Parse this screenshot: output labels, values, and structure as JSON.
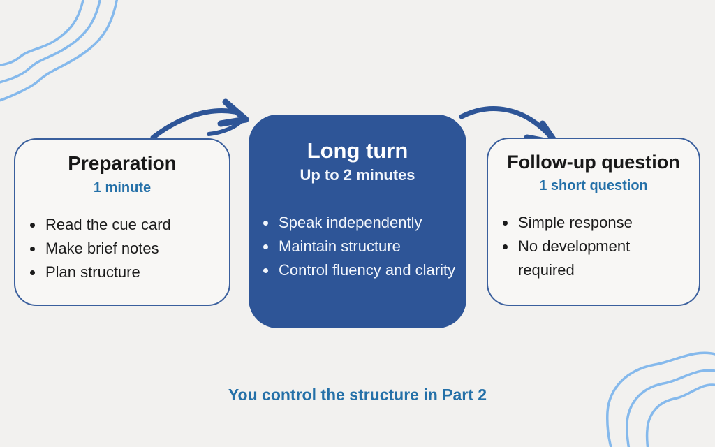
{
  "page": {
    "caption": "You control the structure in Part 2"
  },
  "colors": {
    "background": "#f2f1ef",
    "card_background": "#f8f7f5",
    "card_border": "#3a5f9d",
    "deep_blue": "#2e5597",
    "accent_blue": "#2470a8",
    "wave_blue": "#85b9ec",
    "text_dark": "#181818"
  },
  "cards": [
    {
      "title": "Preparation",
      "subtitle": "1 minute",
      "bullets": [
        "Read the cue card",
        "Make brief notes",
        "Plan structure"
      ]
    },
    {
      "title": "Long turn",
      "subtitle": "Up to 2 minutes",
      "bullets": [
        "Speak independently",
        "Maintain structure",
        "Control fluency and clarity"
      ]
    },
    {
      "title": "Follow-up question",
      "subtitle": "1 short question",
      "bullets": [
        "Simple response",
        "No development required"
      ]
    }
  ],
  "icons": {
    "arrow_left": "curved-arrow-icon",
    "arrow_right": "curved-arrow-icon",
    "waves_top_left": "waves-decoration-icon",
    "waves_bottom_right": "waves-decoration-icon"
  }
}
